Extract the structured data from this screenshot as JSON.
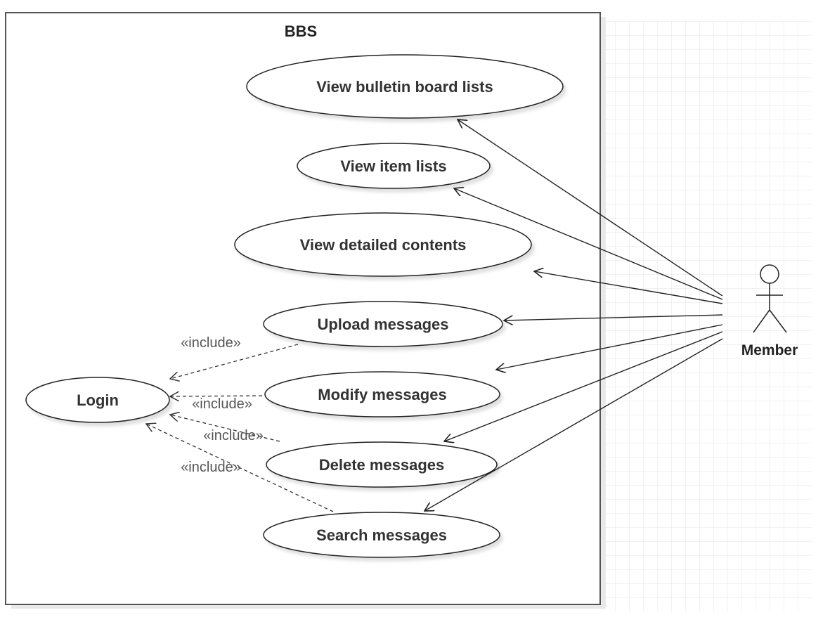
{
  "system": {
    "title": "BBS"
  },
  "actor": {
    "name": "Member"
  },
  "use_cases": {
    "view_bulletin_board_lists": "View bulletin board lists",
    "view_item_lists": "View item lists",
    "view_detailed_contents": "View detailed contents",
    "upload_messages": "Upload messages",
    "modify_messages": "Modify messages",
    "delete_messages": "Delete messages",
    "search_messages": "Search messages",
    "login": "Login"
  },
  "include_label": "«include»",
  "colors": {
    "line": "#222222",
    "boundary": "#555555",
    "shadow": "#e6e6e6"
  }
}
